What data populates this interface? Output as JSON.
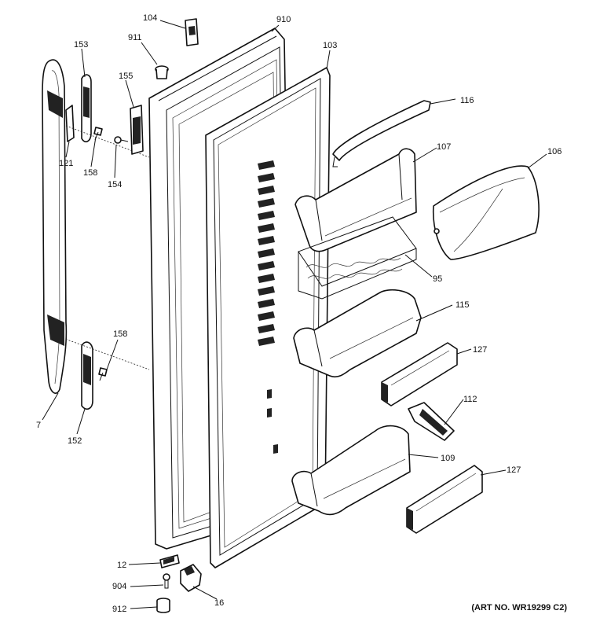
{
  "callouts": {
    "c104": "104",
    "c910": "910",
    "c911": "911",
    "c153": "153",
    "c103": "103",
    "c155": "155",
    "c116": "116",
    "c121": "121",
    "c158a": "158",
    "c154": "154",
    "c107": "107",
    "c106": "106",
    "c95": "95",
    "c115": "115",
    "c158b": "158",
    "c127a": "127",
    "c7": "7",
    "c112": "112",
    "c152": "152",
    "c109": "109",
    "c127b": "127",
    "c12": "12",
    "c904": "904",
    "c16": "16",
    "c912": "912"
  },
  "art_number": "(ART NO. WR19299 C2)"
}
